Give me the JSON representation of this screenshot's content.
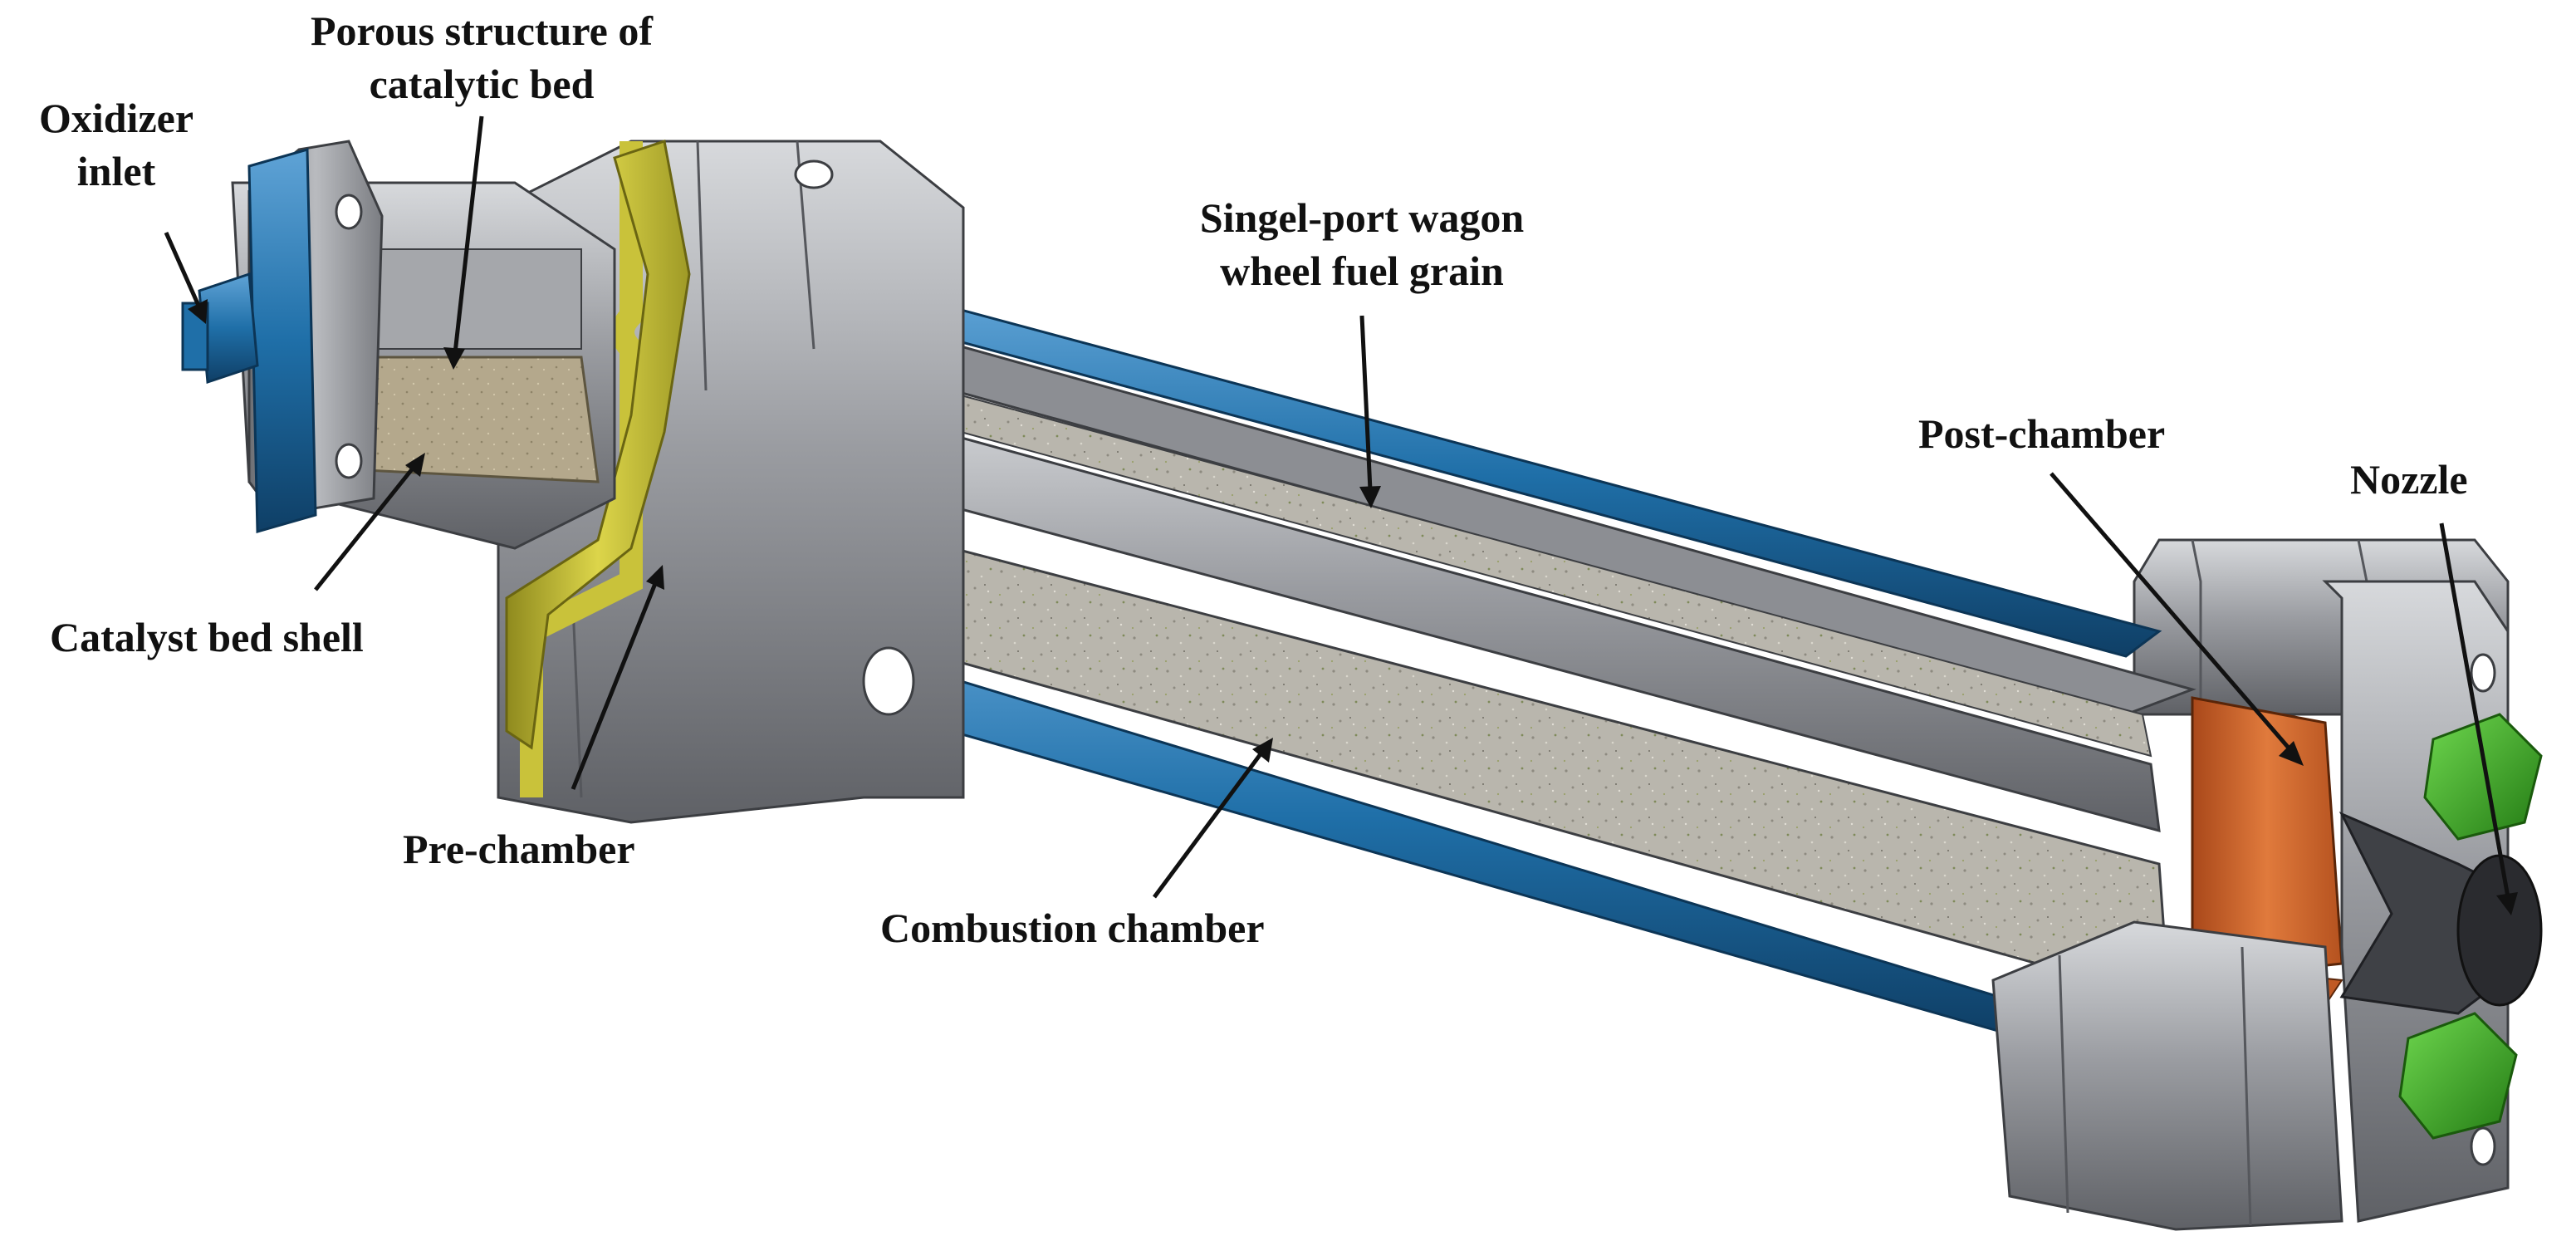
{
  "figure": {
    "colors": {
      "background": "#ffffff",
      "metal_gray": "#9a9ca1",
      "oxidizer_blue": "#1f6fa8",
      "casing_blue": "#1f6fa8",
      "flange_yellow": "#c9c23a",
      "liner_orange": "#d2692e",
      "fuel_grain": "#b5b2a8",
      "nozzle_green": "#3fb02a",
      "catalyst_sand": "#b4a88c",
      "label_text": "#111111"
    },
    "labels": {
      "oxidizer_inlet": [
        "Oxidizer",
        "inlet"
      ],
      "porous_structure": [
        "Porous structure of",
        "catalytic bed"
      ],
      "catalyst_bed_shell": "Catalyst bed shell",
      "pre_chamber": "Pre-chamber",
      "fuel_grain": [
        "Singel-port wagon",
        "wheel fuel grain"
      ],
      "combustion_chamber": "Combustion chamber",
      "post_chamber": "Post-chamber",
      "nozzle": "Nozzle"
    }
  }
}
